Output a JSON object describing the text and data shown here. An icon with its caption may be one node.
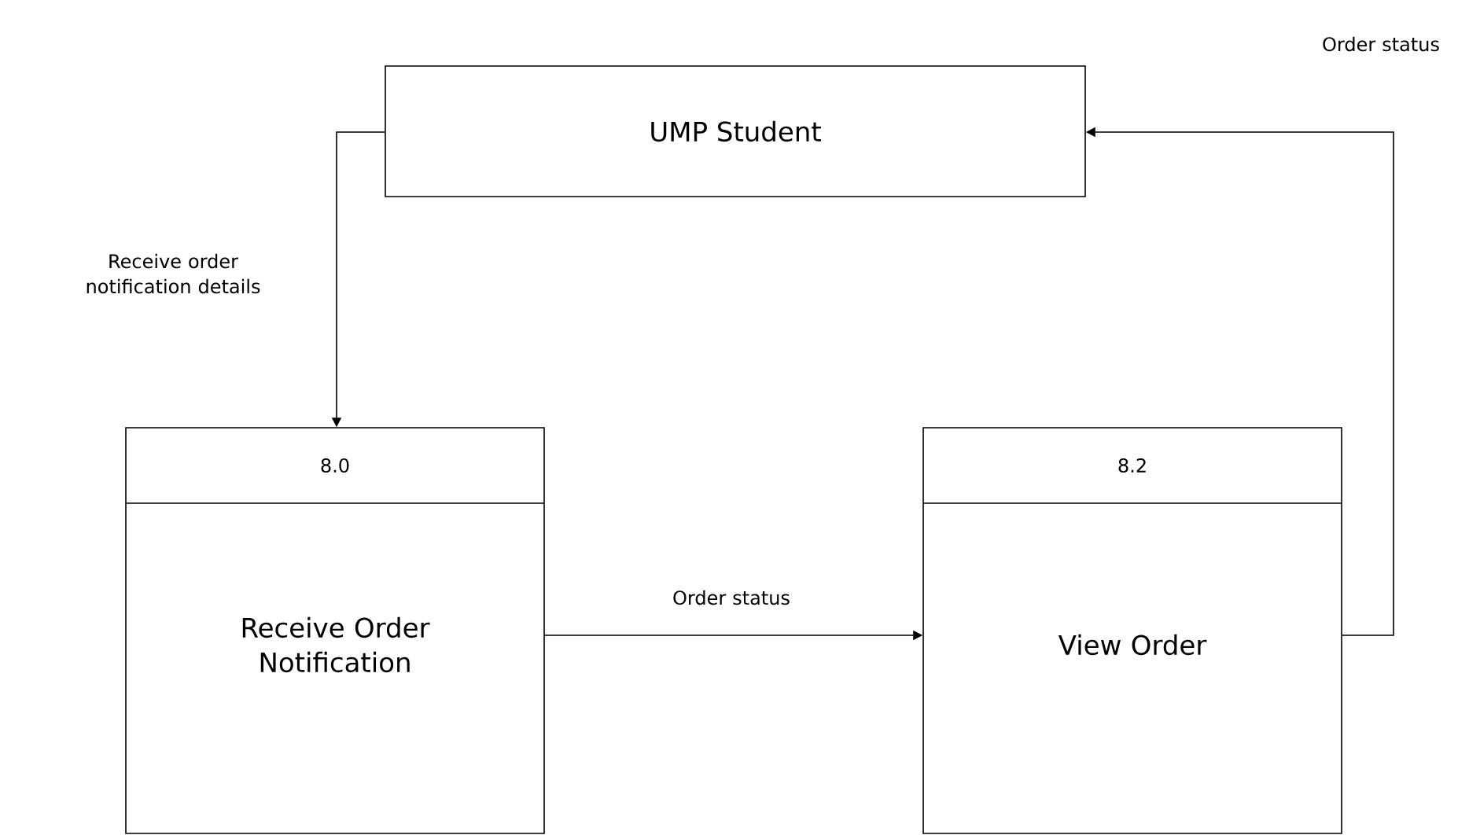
{
  "diagram": {
    "nodes": [
      {
        "text": [
          "UMP Student"
        ]
      },
      {
        "text": [
          "8.0",
          "Receive Order Notification"
        ]
      },
      {
        "text": [
          "8.2",
          "View Order"
        ]
      }
    ],
    "edges": [
      {
        "from": 0,
        "to": 1,
        "arrow": "to",
        "label": "Receive order notification details"
      },
      {
        "from": 1,
        "to": 2,
        "arrow": "to",
        "label": "Order status"
      },
      {
        "from": 2,
        "to": 0,
        "arrow": "to",
        "label": "Order status"
      }
    ]
  }
}
